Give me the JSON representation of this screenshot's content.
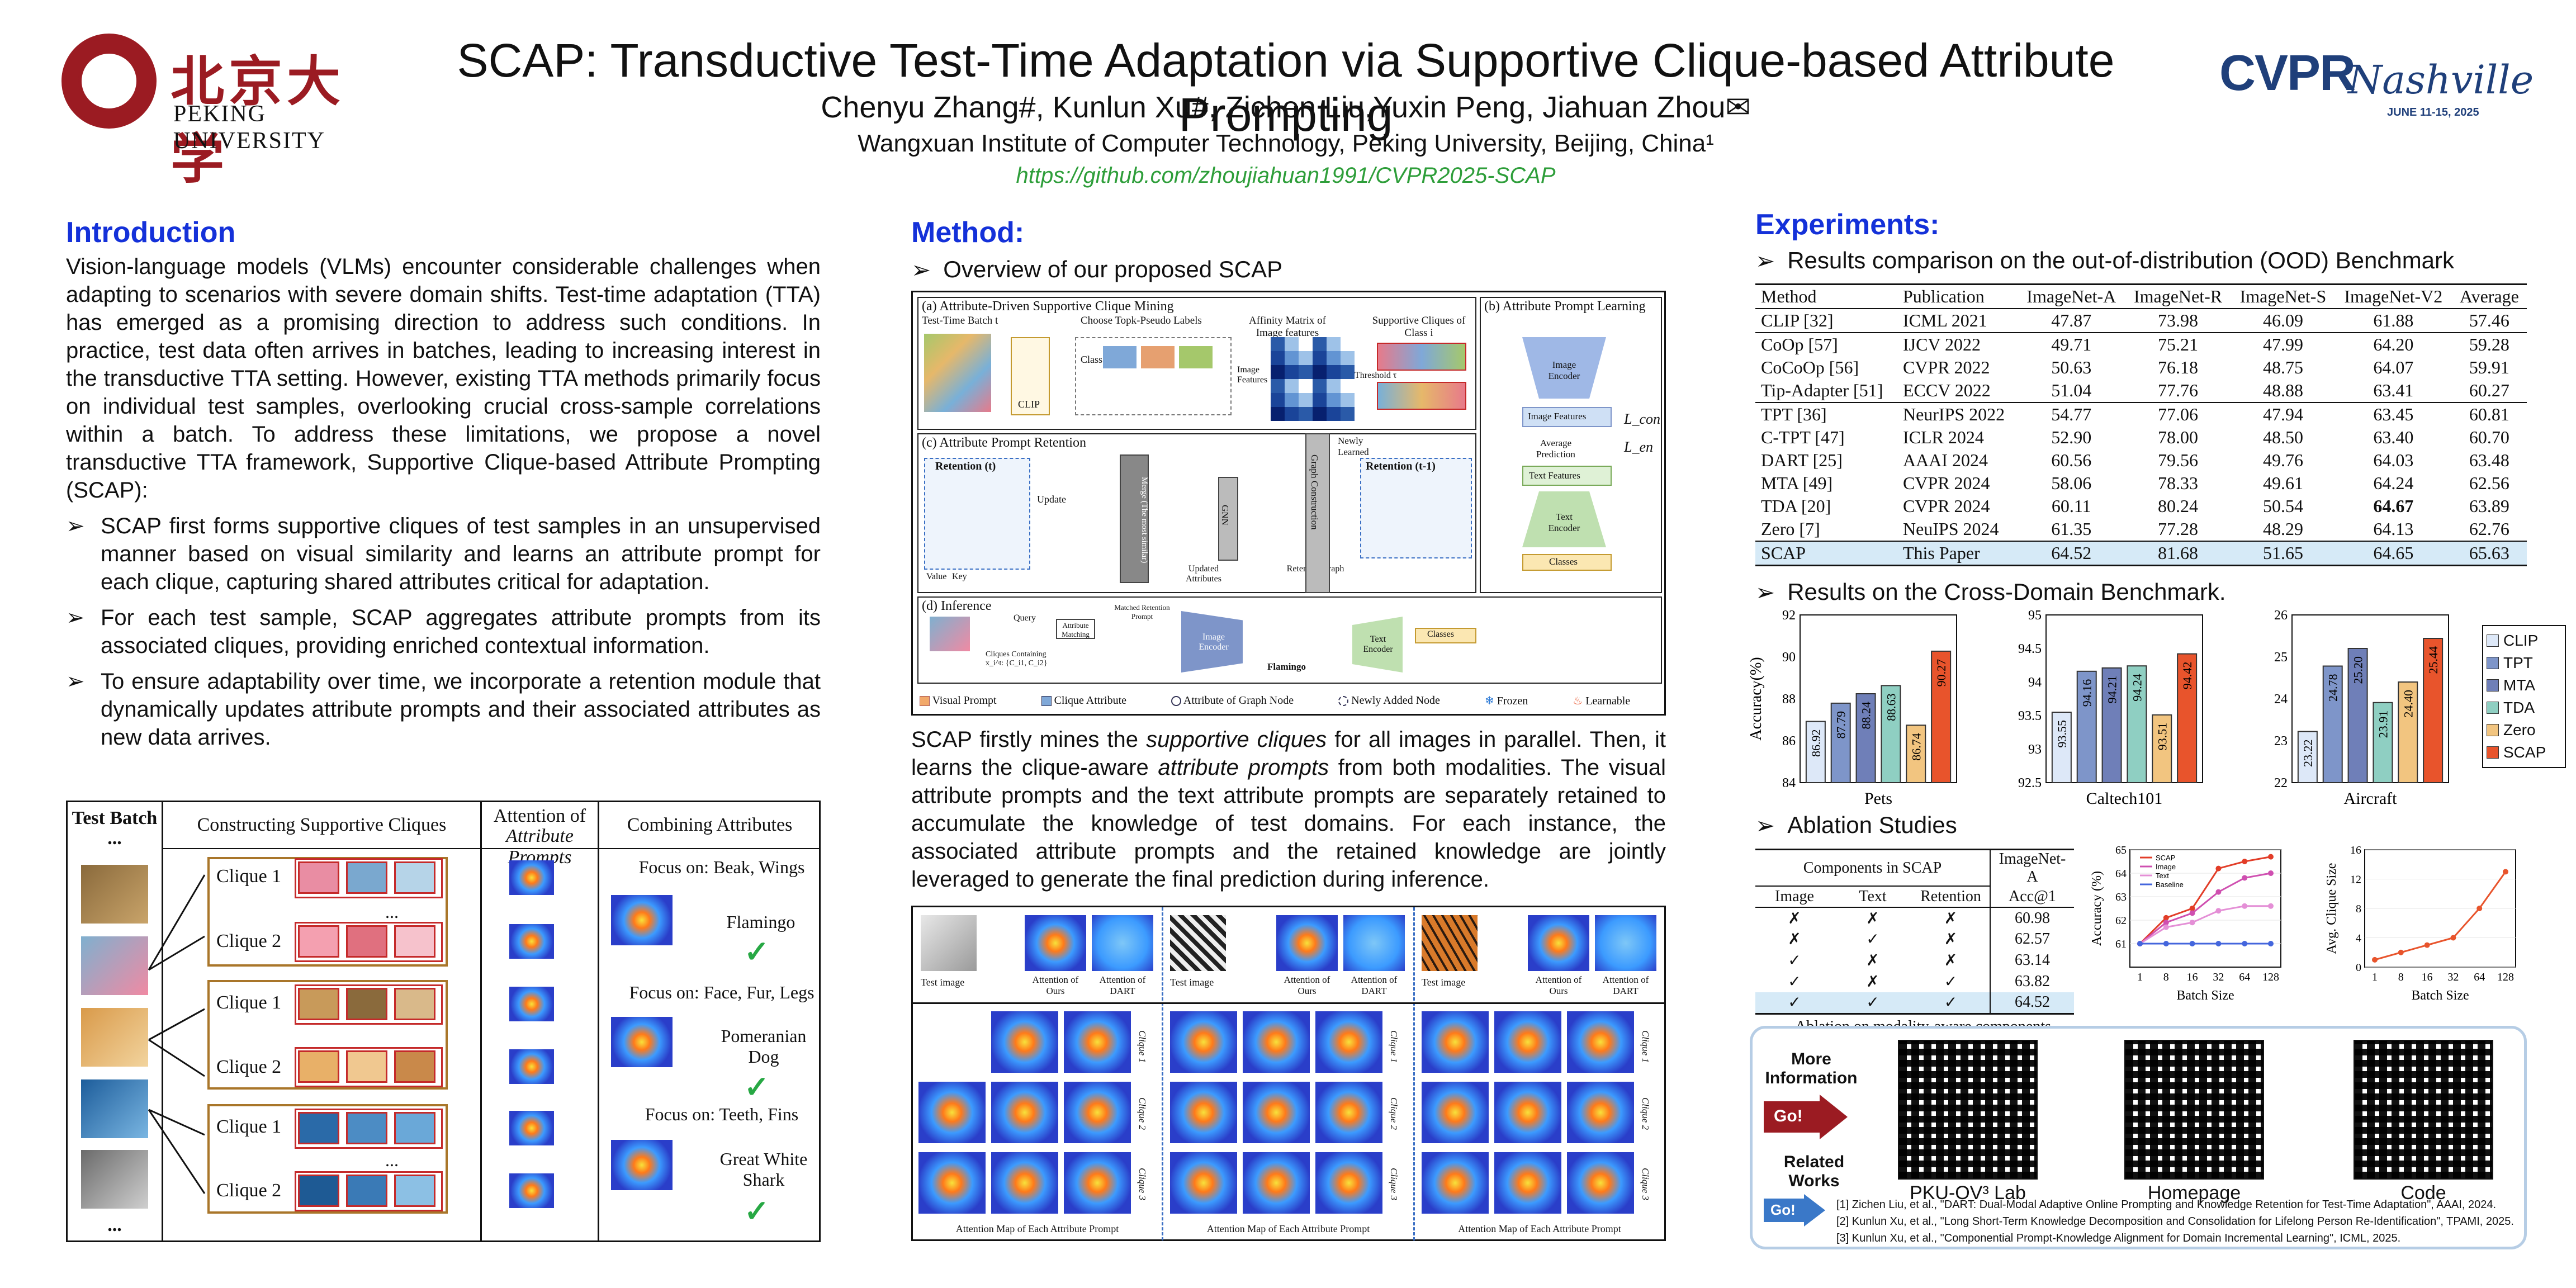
{
  "header": {
    "logo_cn": "北京大学",
    "logo_en": "PEKING UNIVERSITY",
    "title": "SCAP: Transductive Test-Time Adaptation via Supportive Clique-based Attribute Prompting",
    "authors": "Chenyu Zhang#, Kunlun Xu#, Zichen Liu,Yuxin Peng, Jiahuan Zhou✉",
    "affiliation": "Wangxuan Institute of Computer Technology, Peking University, Beijing, China¹",
    "url": "https://github.com/zhoujiahuan1991/CVPR2025-SCAP",
    "cvpr_logo": "CVPR",
    "cvpr_city": "Nashville",
    "cvpr_dates": "JUNE 11-15, 2025"
  },
  "intro": {
    "title": "Introduction",
    "paragraph": "Vision-language models (VLMs) encounter considerable challenges when adapting to scenarios with severe domain shifts. Test-time adaptation (TTA) has emerged as a promising direction to address such conditions. In practice, test data often arrives in batches, leading to increasing interest in the transductive TTA setting. However, existing TTA methods primarily focus on individual test samples, overlooking crucial cross-sample correlations within a batch. To address these limitations, we propose a novel transductive TTA framework, Supportive Clique-based Attribute Prompting (SCAP):",
    "bullets": [
      "SCAP first forms supportive cliques of test samples in an unsupervised manner based on visual similarity and learns an attribute prompt for each clique, capturing shared attributes critical for adaptation.",
      "For each test sample, SCAP aggregates attribute prompts from its associated cliques, providing enriched contextual information.",
      " To ensure adaptability over time, we incorporate a retention module that dynamically updates attribute prompts and their associated attributes as new data arrives."
    ],
    "figure": {
      "col_test_batch": "Test Batch",
      "col_constructing": "Constructing Supportive Cliques",
      "col_attention": "Attention of",
      "col_attention_em": "Attribute Prompts",
      "col_combining": "Combining Attributes",
      "ellipsis": "...",
      "cliques": [
        "Clique 1",
        "Clique 2",
        "Clique 1",
        "Clique 2",
        "Clique 1",
        "Clique 2"
      ],
      "focus": [
        "Focus on: Beak, Wings",
        "Focus on: Face, Fur, Legs",
        "Focus on: Teeth, Fins"
      ],
      "predictions": [
        "Flamingo",
        "Pomeranian Dog",
        "Great White Shark"
      ]
    }
  },
  "method": {
    "title": "Method:",
    "overview": "Overview of our proposed SCAP",
    "fig": {
      "panel_a": "(a) Attribute-Driven Supportive Clique Mining",
      "panel_b": "(b) Attribute Prompt Learning",
      "panel_c": "(c) Attribute Prompt Retention",
      "panel_d": "(d) Inference",
      "test_time_batch": "Test-Time Batch t",
      "choose_topk": "Choose Topk-Pseudo Labels",
      "affinity": "Affinity Matrix of Image features",
      "supportive_cliques": "Supportive Cliques of Class i",
      "image_features": "Image Features",
      "threshold": "Threshold τ",
      "clip": "CLIP",
      "retention_t": "Retention (t)",
      "retention_t1": "Retention (t-1)",
      "update": "Update",
      "merge": "Merge (The most similar)",
      "gnn": "GNN",
      "graph_construction": "Graph Construction",
      "updated_attributes": "Updated Attributes",
      "retention_graph": "Retention graph",
      "newly_learned": "Newly Learned",
      "class_i": "Class i",
      "value": "Value",
      "key": "Key",
      "image_encoder": "Image Encoder",
      "text_encoder": "Text Encoder",
      "image_features_b": "Image Features",
      "text_features": "Text Features",
      "average_prediction": "Average Prediction",
      "classes": "Classes",
      "l_con": "L_con",
      "l_en": "L_en",
      "query": "Query",
      "attribute_matching": "Attribute Matching",
      "matched_retention": "Matched Retention Prompt",
      "cliques_containing": "Cliques Containing x_i^t: {C_i1, C_i2}",
      "flamingo": "Flamingo",
      "legend": [
        "Visual Prompt",
        "Clique Attribute",
        "Attribute of Graph Node",
        "Newly Added Node",
        "Frozen",
        "Learnable"
      ]
    },
    "paragraph_parts": {
      "p1": "SCAP firstly mines the ",
      "em1": "supportive cliques",
      "p2": " for all images in parallel. Then, it learns the clique-aware ",
      "em2": "attribute prompts",
      "p3": " from both modalities. The visual attribute prompts and the text attribute prompts are separately retained to accumulate the knowledge of test domains. For each instance, the associated attribute prompts and the retained knowledge are jointly leveraged to generate the final prediction during inference."
    },
    "attn_fig": {
      "test_image": "Test image",
      "attention_ours": "Attention of Ours",
      "attention_dart": "Attention of DART",
      "clique_labels": [
        "Clique 1",
        "Clique 2",
        "Clique 3"
      ],
      "caption": "Attention Map of Each Attribute Prompt"
    }
  },
  "experiments": {
    "title": "Experiments:",
    "ood_heading": "Results comparison on the out-of-distribution (OOD) Benchmark",
    "ood_table": {
      "headers": [
        "Method",
        "Publication",
        "ImageNet-A",
        "ImageNet-R",
        "ImageNet-S",
        "ImageNet-V2",
        "Average"
      ],
      "groups": [
        [
          [
            "CLIP [32]",
            "ICML 2021",
            "47.87",
            "73.98",
            "46.09",
            "61.88",
            "57.46"
          ]
        ],
        [
          [
            "CoOp [57]",
            "IJCV 2022",
            "49.71",
            "75.21",
            "47.99",
            "64.20",
            "59.28"
          ],
          [
            "CoCoOp [56]",
            "CVPR 2022",
            "50.63",
            "76.18",
            "48.75",
            "64.07",
            "59.91"
          ],
          [
            "Tip-Adapter [51]",
            "ECCV 2022",
            "51.04",
            "77.76",
            "48.88",
            "63.41",
            "60.27"
          ]
        ],
        [
          [
            "TPT [36]",
            "NeurIPS 2022",
            "54.77",
            "77.06",
            "47.94",
            "63.45",
            "60.81"
          ],
          [
            "C-TPT [47]",
            "ICLR 2024",
            "52.90",
            "78.00",
            "48.50",
            "63.40",
            "60.70"
          ],
          [
            "DART [25]",
            "AAAI 2024",
            "60.56",
            "79.56",
            "49.76",
            "64.03",
            "63.48"
          ],
          [
            "MTA [49]",
            "CVPR 2024",
            "58.06",
            "78.33",
            "49.61",
            "64.24",
            "62.56"
          ],
          [
            "TDA [20]",
            "CVPR 2024",
            "60.11",
            "80.24",
            "50.54",
            "64.67",
            "63.89"
          ],
          [
            "Zero [7]",
            "NeuIPS 2024",
            "61.35",
            "77.28",
            "48.29",
            "64.13",
            "62.76"
          ]
        ]
      ],
      "ours": [
        "SCAP",
        "This Paper",
        "64.52",
        "81.68",
        "51.65",
        "64.65",
        "65.63"
      ]
    },
    "cross_heading": "Results on the Cross-Domain Benchmark.",
    "ablation_heading": "Ablation Studies",
    "ablation_table": {
      "header_group": "Components in SCAP",
      "header_dataset": "ImageNet-A",
      "cols": [
        "Image",
        "Text",
        "Retention",
        "Acc@1"
      ],
      "rows": [
        [
          "✗",
          "✗",
          "✗",
          "60.98"
        ],
        [
          "✗",
          "✓",
          "✗",
          "62.57"
        ],
        [
          "✓",
          "✗",
          "✗",
          "63.14"
        ],
        [
          "✓",
          "✗",
          "✓",
          "63.82"
        ],
        [
          "✓",
          "✓",
          "✓",
          "64.52"
        ]
      ],
      "caption": "Ablation on modality-aware components"
    },
    "more": {
      "more_info": "More Information",
      "go": "Go!",
      "related_works": "Related Works",
      "qr_labels": [
        "PKU-OV³ Lab",
        "Homepage",
        "Code"
      ],
      "refs": [
        "[1] Zichen Liu, et al., \"DART: Dual-Modal Adaptive Online Prompting and Knowledge Retention for Test-Time Adaptation\", AAAI, 2024.",
        "[2] Kunlun Xu, et al., \"Long Short-Term Knowledge Decomposition and Consolidation for Lifelong Person Re-Identification\", TPAMI, 2025.",
        "[3] Kunlun Xu, et al., \"Componential Prompt-Knowledge Alignment for Domain Incremental Learning\", ICML, 2025."
      ]
    }
  },
  "chart_data": [
    {
      "type": "bar",
      "title": "Pets",
      "ylabel": "Accuracy(%)",
      "ylim": [
        84,
        92
      ],
      "yticks": [
        "84",
        "86",
        "88",
        "90",
        "92"
      ],
      "series": [
        {
          "name": "CLIP",
          "values": [
            86.92
          ]
        },
        {
          "name": "TPT",
          "values": [
            87.79
          ]
        },
        {
          "name": "MTA",
          "values": [
            88.24
          ]
        },
        {
          "name": "TDA",
          "values": [
            88.63
          ]
        },
        {
          "name": "Zero",
          "values": [
            86.74
          ]
        },
        {
          "name": "SCAP",
          "values": [
            90.27
          ]
        }
      ]
    },
    {
      "type": "bar",
      "title": "Caltech101",
      "ylim": [
        92.5,
        95
      ],
      "yticks": [
        "92.5",
        "93",
        "93.5",
        "94",
        "94.5",
        "95"
      ],
      "series": [
        {
          "name": "CLIP",
          "values": [
            93.55
          ]
        },
        {
          "name": "TPT",
          "values": [
            94.16
          ]
        },
        {
          "name": "MTA",
          "values": [
            94.21
          ]
        },
        {
          "name": "TDA",
          "values": [
            94.24
          ]
        },
        {
          "name": "Zero",
          "values": [
            93.51
          ]
        },
        {
          "name": "SCAP",
          "values": [
            94.42
          ]
        }
      ]
    },
    {
      "type": "bar",
      "title": "Aircraft",
      "ylim": [
        22,
        26
      ],
      "yticks": [
        "22",
        "23",
        "24",
        "25",
        "26"
      ],
      "series": [
        {
          "name": "CLIP",
          "values": [
            23.22
          ]
        },
        {
          "name": "TPT",
          "values": [
            24.78
          ]
        },
        {
          "name": "MTA",
          "values": [
            25.2
          ]
        },
        {
          "name": "TDA",
          "values": [
            23.91
          ]
        },
        {
          "name": "Zero",
          "values": [
            24.4
          ]
        },
        {
          "name": "SCAP",
          "values": [
            25.44
          ]
        }
      ]
    },
    {
      "type": "line",
      "xlabel": "Batch Size",
      "ylabel": "Accuracy (%)",
      "x": [
        "1",
        "8",
        "16",
        "32",
        "64",
        "128"
      ],
      "ylim": [
        60,
        65
      ],
      "yticks": [
        "61",
        "62",
        "63",
        "64",
        "65"
      ],
      "series": [
        {
          "name": "SCAP",
          "values": [
            61.0,
            62.1,
            62.5,
            64.2,
            64.5,
            64.7
          ]
        },
        {
          "name": "Image",
          "values": [
            61.0,
            61.9,
            62.3,
            63.2,
            63.8,
            64.0
          ]
        },
        {
          "name": "Text",
          "values": [
            61.0,
            61.7,
            61.9,
            62.4,
            62.6,
            62.6
          ]
        },
        {
          "name": "Baseline",
          "values": [
            61.0,
            61.0,
            61.0,
            61.0,
            61.0,
            61.0
          ]
        }
      ],
      "colors": [
        "#e23d28",
        "#cf4fb0",
        "#e48fd6",
        "#4466dd"
      ]
    },
    {
      "type": "line",
      "xlabel": "Batch Size",
      "ylabel": "Avg. Clique Size",
      "x": [
        "1",
        "8",
        "16",
        "32",
        "64",
        "128"
      ],
      "ylim": [
        0,
        16
      ],
      "yticks": [
        "0",
        "4",
        "8",
        "12",
        "16"
      ],
      "series": [
        {
          "values": [
            1.0,
            2.0,
            3.0,
            4.0,
            8.0,
            13.0
          ]
        }
      ],
      "colors": [
        "#e8542c"
      ]
    }
  ],
  "colors": {
    "accent_blue": "#1431d9",
    "pku_red": "#9b1b22",
    "url_green": "#2e9e3a",
    "bar_colors": [
      "#dde8f8",
      "#7e95c9",
      "#6f7fb8",
      "#8fcfc2",
      "#f2c580",
      "#e8542c"
    ]
  }
}
